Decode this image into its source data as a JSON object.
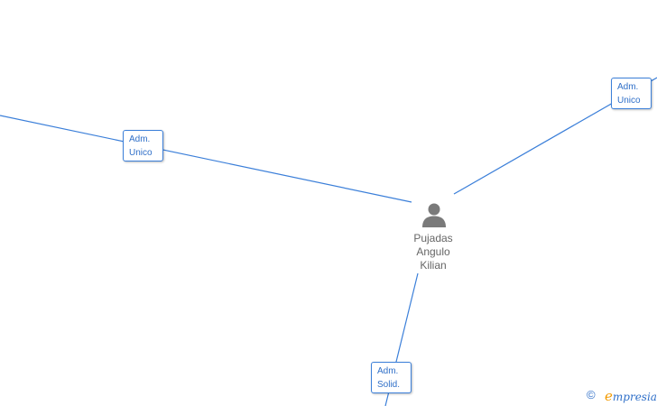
{
  "person": {
    "name_lines": [
      "Pujadas",
      "Angulo",
      "Kilian"
    ],
    "icon": "person-icon"
  },
  "roles": [
    {
      "line1": "Adm.",
      "line2": "Unico"
    },
    {
      "line1": "Adm.",
      "line2": "Unico"
    },
    {
      "line1": "Adm.",
      "line2": "Solid."
    }
  ],
  "footer": {
    "copyright": "©",
    "brand_initial": "e",
    "brand_rest": "mpresia"
  },
  "colors": {
    "edge": "#3b7fd9",
    "label_text": "#2f6fc8",
    "person_icon": "#7a7a7a",
    "person_text": "#666666",
    "brand_accent": "#f29a00"
  }
}
